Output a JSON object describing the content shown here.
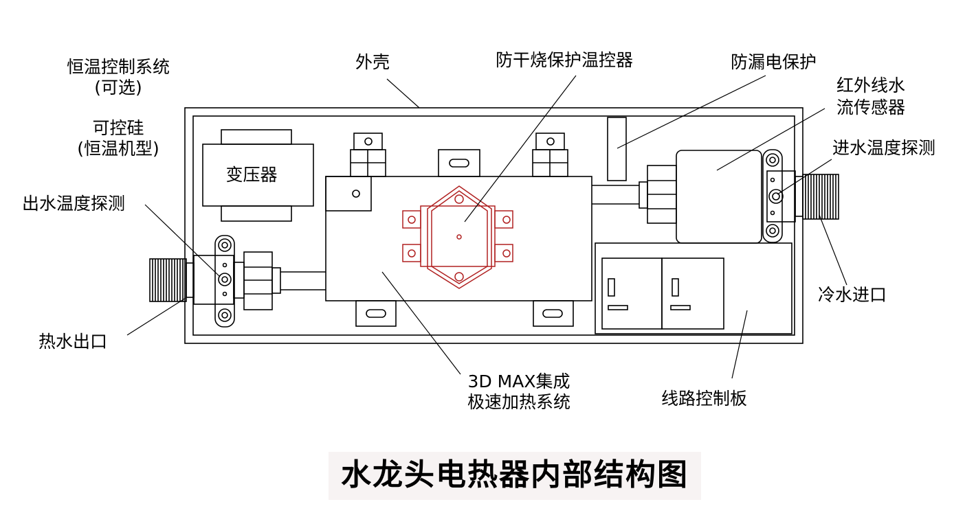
{
  "labels": {
    "thermostat_system": "恒温控制系统",
    "optional": "(可选)",
    "thyristor": "可控硅",
    "thermostat_model": "(恒温机型)",
    "outlet_temp_probe": "出水温度探测",
    "hot_water_outlet": "热水出口",
    "housing": "外壳",
    "dry_burn_thermostat": "防干烧保护温控器",
    "leakage_protection": "防漏电保护",
    "ir_flow_sensor_line1": "红外线水",
    "ir_flow_sensor_line2": "流传感器",
    "inlet_temp_probe": "进水温度探测",
    "cold_water_inlet": "冷水进口",
    "transformer": "变压器",
    "heating_system_line1": "3D MAX集成",
    "heating_system_line2": "极速加热系统",
    "control_board": "线路控制板"
  },
  "title": "水龙头电热器内部结构图"
}
